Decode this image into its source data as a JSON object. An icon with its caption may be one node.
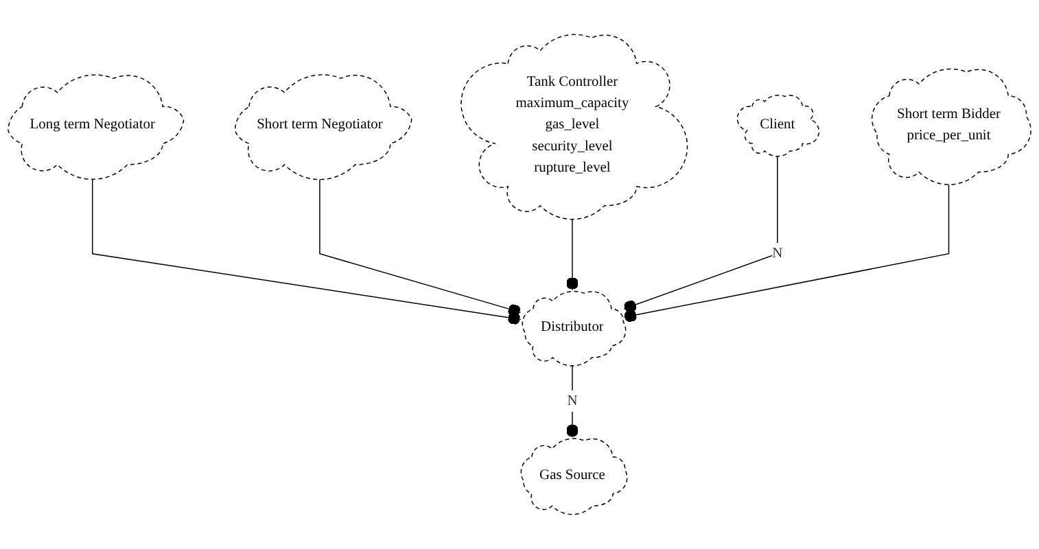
{
  "diagram": {
    "nodes": [
      {
        "text": [
          "Long term Negotiator"
        ]
      },
      {
        "text": [
          "Gas Source"
        ]
      },
      {
        "text": [
          "Short term Negotiator"
        ]
      },
      {
        "text": [
          "Distributor"
        ]
      },
      {
        "text": [
          "Tank Controller",
          "maximum_capacity",
          "gas_level",
          "security_level",
          "rupture_level"
        ]
      },
      {
        "text": [
          "Client"
        ]
      },
      {
        "text": [
          "Short term Bidder",
          "price_per_unit"
        ]
      }
    ],
    "edges": [
      {
        "from": 0,
        "to": 3,
        "arrow": "other"
      },
      {
        "from": 3,
        "to": 1,
        "arrow": "other",
        "label": "N"
      },
      {
        "from": 2,
        "to": 3,
        "arrow": "other"
      },
      {
        "from": 4,
        "to": 3,
        "arrow": "other"
      },
      {
        "from": 5,
        "to": 3,
        "arrow": "other",
        "label": "N"
      },
      {
        "from": 6,
        "to": 3,
        "arrow": "other"
      }
    ]
  }
}
